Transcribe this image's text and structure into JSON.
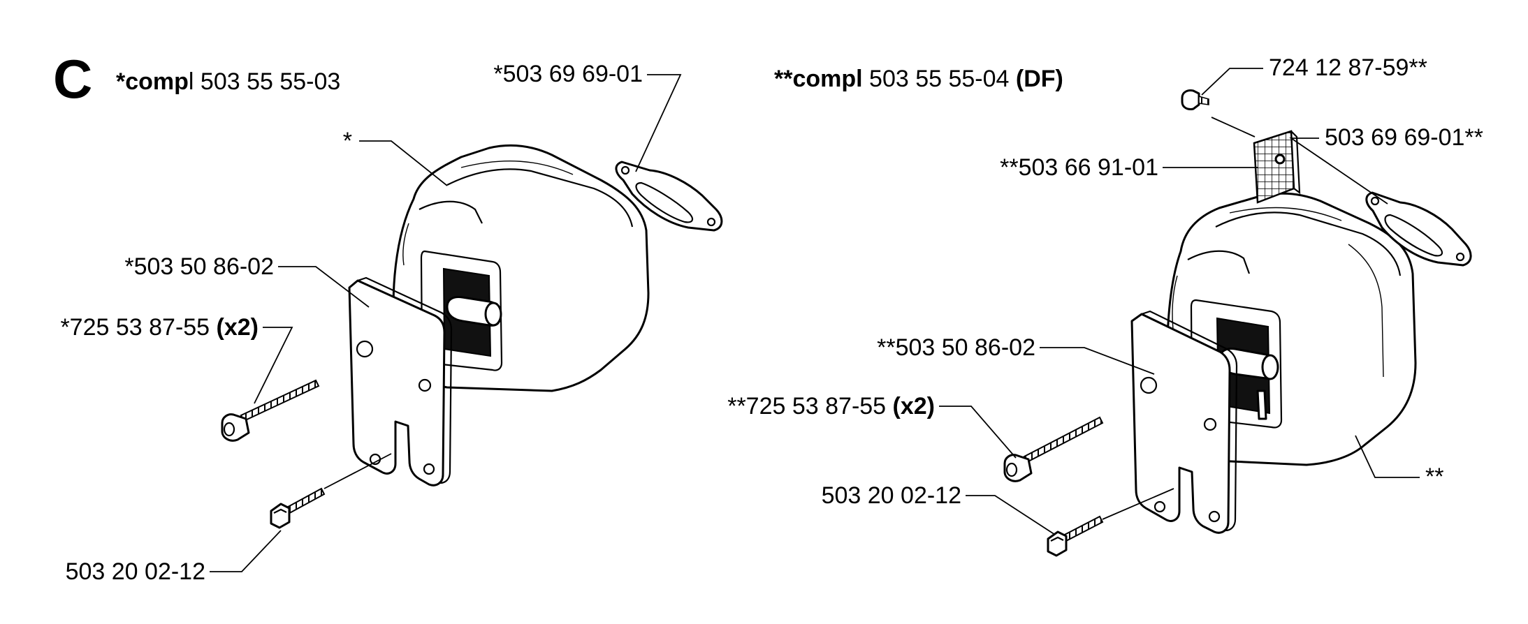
{
  "section_letter": "C",
  "left_assembly": {
    "title_prefix": "*",
    "title_bold": "comp",
    "title_rest": "l 503 55 55-03",
    "callouts": {
      "gasket": "*503 69 69-01",
      "muffler": "*",
      "plate": "*503 50 86-02",
      "screw_number": "*725 53 87-55 ",
      "screw_qty": "(x2)",
      "bolt": "503 20 02-12"
    }
  },
  "right_assembly": {
    "title_prefix": "**",
    "title_bold": "compl",
    "title_rest": " 503 55 55-04 ",
    "title_suffix": "(DF)",
    "callouts": {
      "small_screw": "724 12 87-59**",
      "gasket": "503 69 69-01**",
      "screen": "**503 66 91-01",
      "plate": "**503 50 86-02",
      "screw_number": "**725 53 87-55 ",
      "screw_qty": "(x2)",
      "bolt": "503 20 02-12",
      "muffler": "**"
    }
  }
}
